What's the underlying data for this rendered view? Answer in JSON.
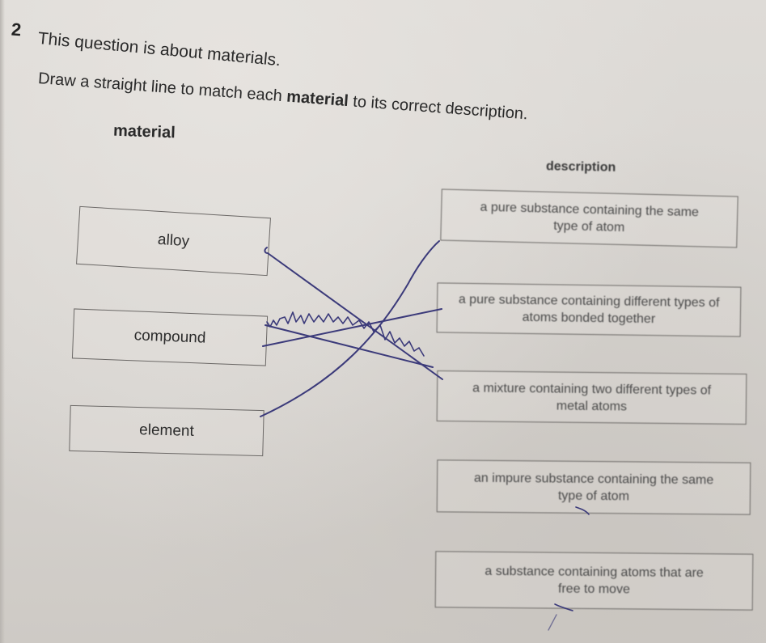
{
  "question": {
    "number": "2",
    "intro": "This question is about materials.",
    "instruction_prefix": "Draw a straight line to match each ",
    "instruction_bold": "material",
    "instruction_suffix": " to its correct description."
  },
  "headings": {
    "material": "material",
    "description": "description"
  },
  "materials": [
    {
      "label": "alloy"
    },
    {
      "label": "compound"
    },
    {
      "label": "element"
    }
  ],
  "descriptions": [
    {
      "text": "a pure substance containing the same type of atom"
    },
    {
      "text": "a pure substance containing different types of atoms bonded together"
    },
    {
      "text": "a mixture containing two different types of metal atoms"
    },
    {
      "text": "an impure substance containing the same type of atom"
    },
    {
      "text": "a substance containing atoms that are free to move"
    }
  ],
  "handwriting": {
    "ink_color": "#3b3a7a",
    "answer_lines": [
      {
        "from": "alloy",
        "to": "a mixture containing two different types of metal atoms"
      },
      {
        "from": "compound",
        "to": "a pure substance containing different types of atoms bonded together"
      },
      {
        "from": "element",
        "to": "a pure substance containing the same type of atom"
      }
    ],
    "crossed_out_line": {
      "from": "compound",
      "to": "a mixture containing two different types of metal atoms"
    }
  }
}
